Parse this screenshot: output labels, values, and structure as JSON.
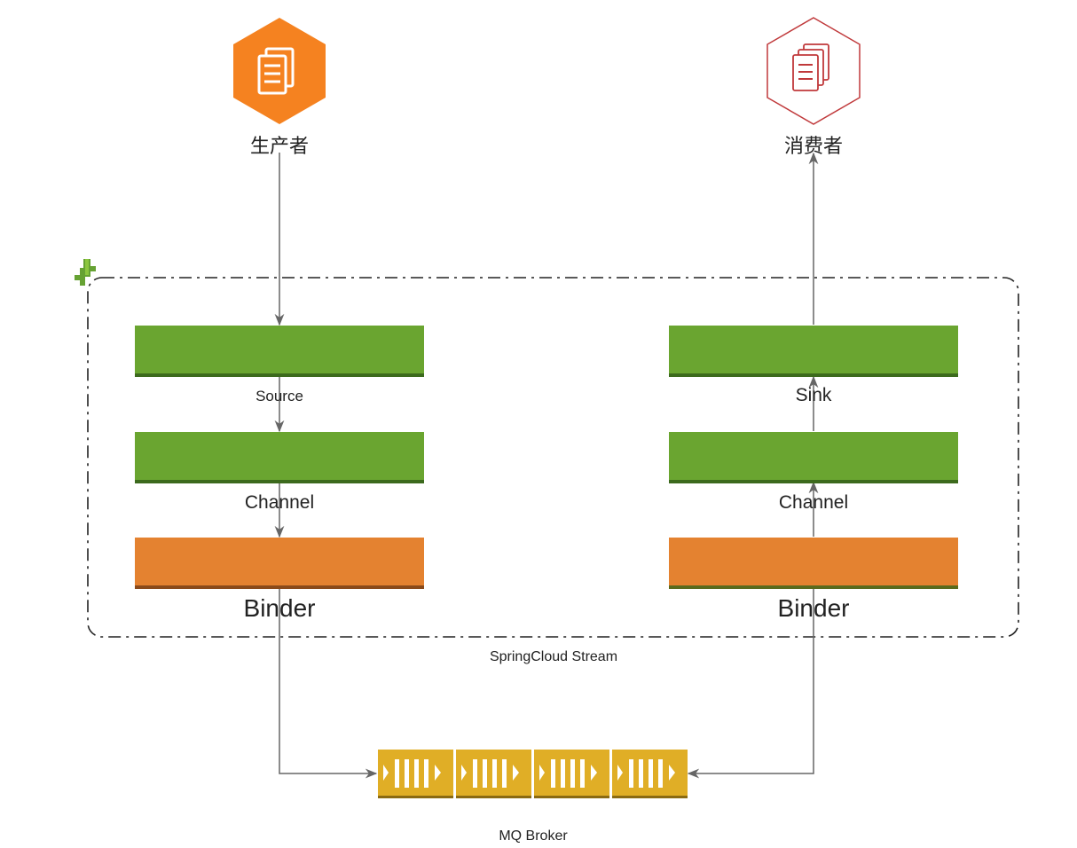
{
  "producer": {
    "label": "生产者",
    "icon": "document-stack-icon",
    "color": "#f58220"
  },
  "consumer": {
    "label": "消费者",
    "icon": "document-stack-icon",
    "color": "#c0393b"
  },
  "stream_container": {
    "label": "SpringCloud Stream",
    "icon": "spring-cloud-icon",
    "color": "#66a233"
  },
  "left_stack": {
    "source_label": "Source",
    "channel_label": "Channel",
    "binder_label": "Binder"
  },
  "right_stack": {
    "sink_label": "Sink",
    "channel_label": "Channel",
    "binder_label": "Binder"
  },
  "broker": {
    "label": "MQ Broker",
    "icon": "message-queue-icon",
    "color": "#e0ae26"
  },
  "colors": {
    "channel_green": "#6aa530",
    "channel_green_edge": "#3c6a1d",
    "binder_orange": "#e48230",
    "binder_orange_edge": "#8a4a1a",
    "line": "#666666"
  }
}
